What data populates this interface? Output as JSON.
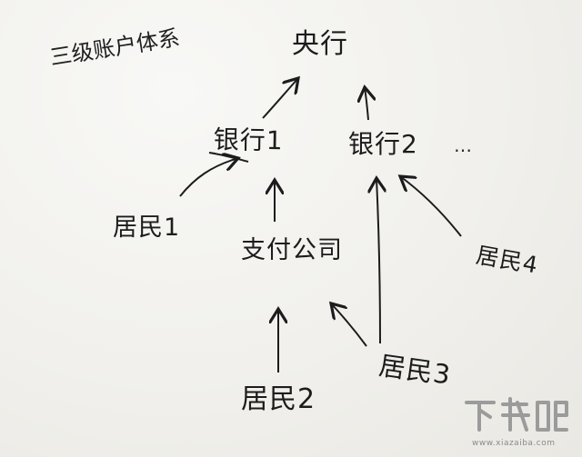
{
  "diagram": {
    "title": "三级账户体系",
    "ellipsis": "…",
    "nodes": {
      "central_bank": "央行",
      "bank_1": "银行1",
      "bank_2": "银行2",
      "payment_company": "支付公司",
      "resident_1": "居民1",
      "resident_2": "居民2",
      "resident_3": "居民3",
      "resident_4": "居民4"
    }
  },
  "watermark": {
    "logo_text": "下载吧",
    "url": "www.xiazaiba.com"
  },
  "colors": {
    "ink": "#1c1c1c",
    "paper": "#f3f2ef",
    "watermark": "#8a8a8a"
  }
}
